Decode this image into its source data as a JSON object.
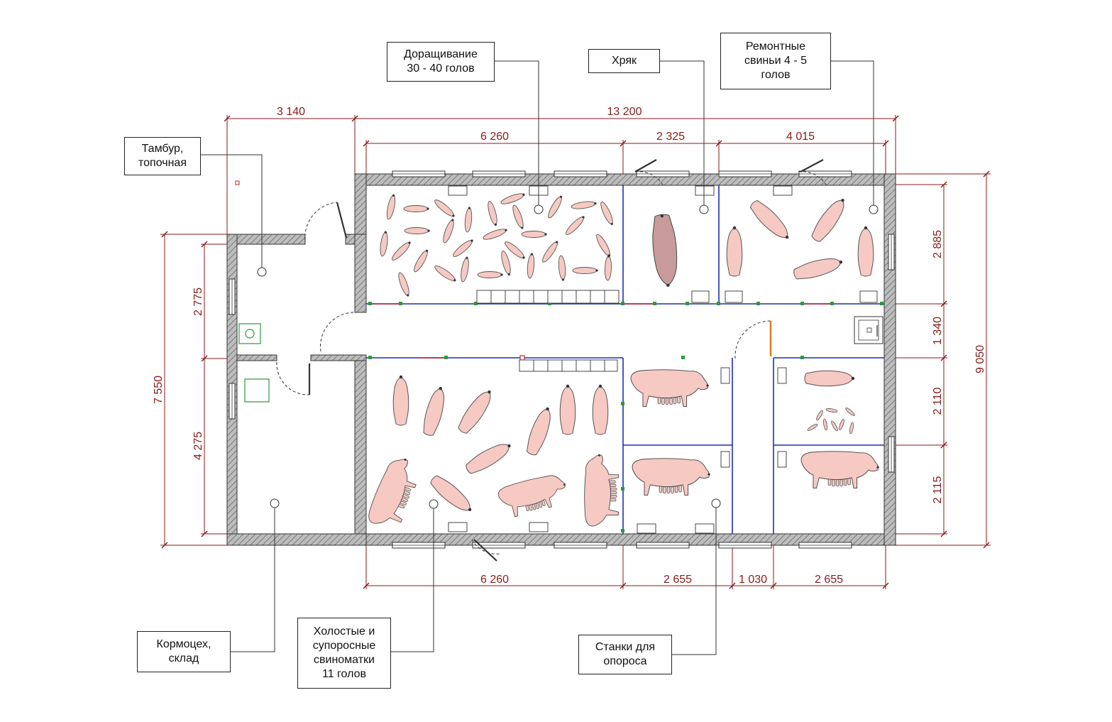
{
  "labels": {
    "tambur": "Тамбур,\nтопочная",
    "dorashch": "Доращивание\n30 - 40 голов",
    "khryak": "Хряк",
    "remont": "Ремонтные\nсвиньи 4 - 5\nголов",
    "kormotsekh": "Кормоцех,\nсклад",
    "kholostye": "Холостые и\nсупоросные\nсвиноматки\n11 голов",
    "stanki": "Станки для\nопороса"
  },
  "dims": {
    "top_total_left": "3 140",
    "top_total_right": "13 200",
    "top_a": "6 260",
    "top_b": "2 325",
    "top_c": "4 015",
    "bottom_a": "6 260",
    "bottom_b": "2 655",
    "bottom_c": "1 030",
    "bottom_d": "2 655",
    "left_total": "7 550",
    "left_upper": "2 775",
    "left_lower": "4 275",
    "right_total": "9 050",
    "right_a": "2 885",
    "right_b": "1 340",
    "right_c": "2 110",
    "right_d": "2 115"
  },
  "colors": {
    "wall": "#6b6b6b",
    "dimension": "#8a1a1a",
    "pig": "#f6c9c2",
    "boar": "#c99a9a",
    "partition_blue": "#1d2fb0",
    "partition_red": "#c0262b",
    "door_orange": "#e07a1a",
    "fixture_green": "#2a9a3a"
  }
}
